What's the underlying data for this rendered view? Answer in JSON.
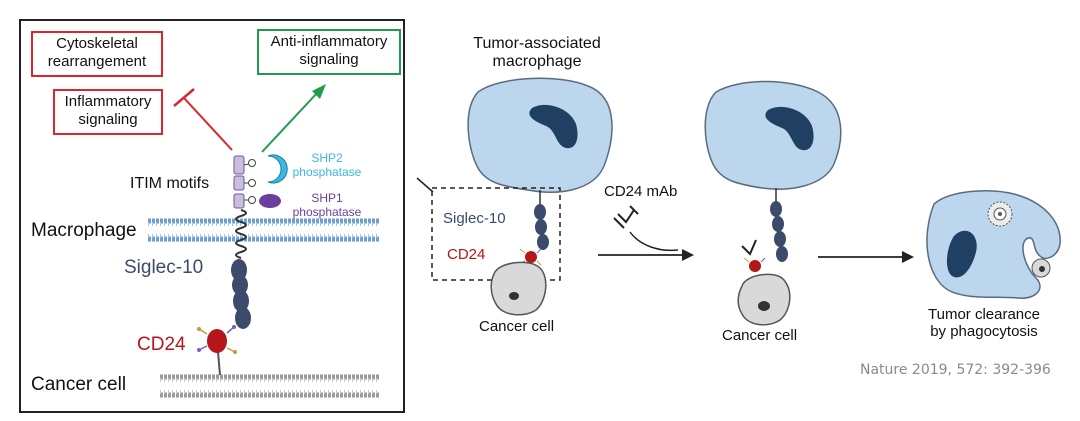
{
  "left_panel": {
    "cytoskeletal_box": [
      "Cytoskeletal",
      "rearrangement"
    ],
    "inflammatory_box": [
      "Inflammatory",
      "signaling"
    ],
    "anti_inflammatory_box": [
      "Anti-inflammatory",
      "signaling"
    ],
    "shp2_label": [
      "SHP2",
      "phosphatase"
    ],
    "shp1_label": [
      "SHP1",
      "phosphatase"
    ],
    "itim_label": "ITIM motifs",
    "macrophage_label": "Macrophage",
    "siglec_label": "Siglec-10",
    "cd24_label": "CD24",
    "cancer_cell_label": "Cancer cell"
  },
  "right_panel": {
    "tam_label": [
      "Tumor-associated",
      "macrophage"
    ],
    "siglec_label": "Siglec-10",
    "cd24_label": "CD24",
    "cancer_cell_label_1": "Cancer cell",
    "mab_label": "CD24 mAb",
    "cancer_cell_label_2": "Cancer cell",
    "clearance_label": [
      "Tumor clearance",
      "by phagocytosis"
    ]
  },
  "citation": "Nature 2019, 572: 392-396",
  "colors": {
    "red_box": "#d9262c",
    "green_box": "#1f9d4a",
    "shp2_text": "#3bb8e0",
    "shp1_text": "#6a3fa0",
    "siglec_text": "#3c4a6b",
    "cd24_text": "#b5161c",
    "macrophage_fill": "#bcd6ee",
    "nucleus": "#1f3f63",
    "citation_text": "#8a8a8a"
  }
}
